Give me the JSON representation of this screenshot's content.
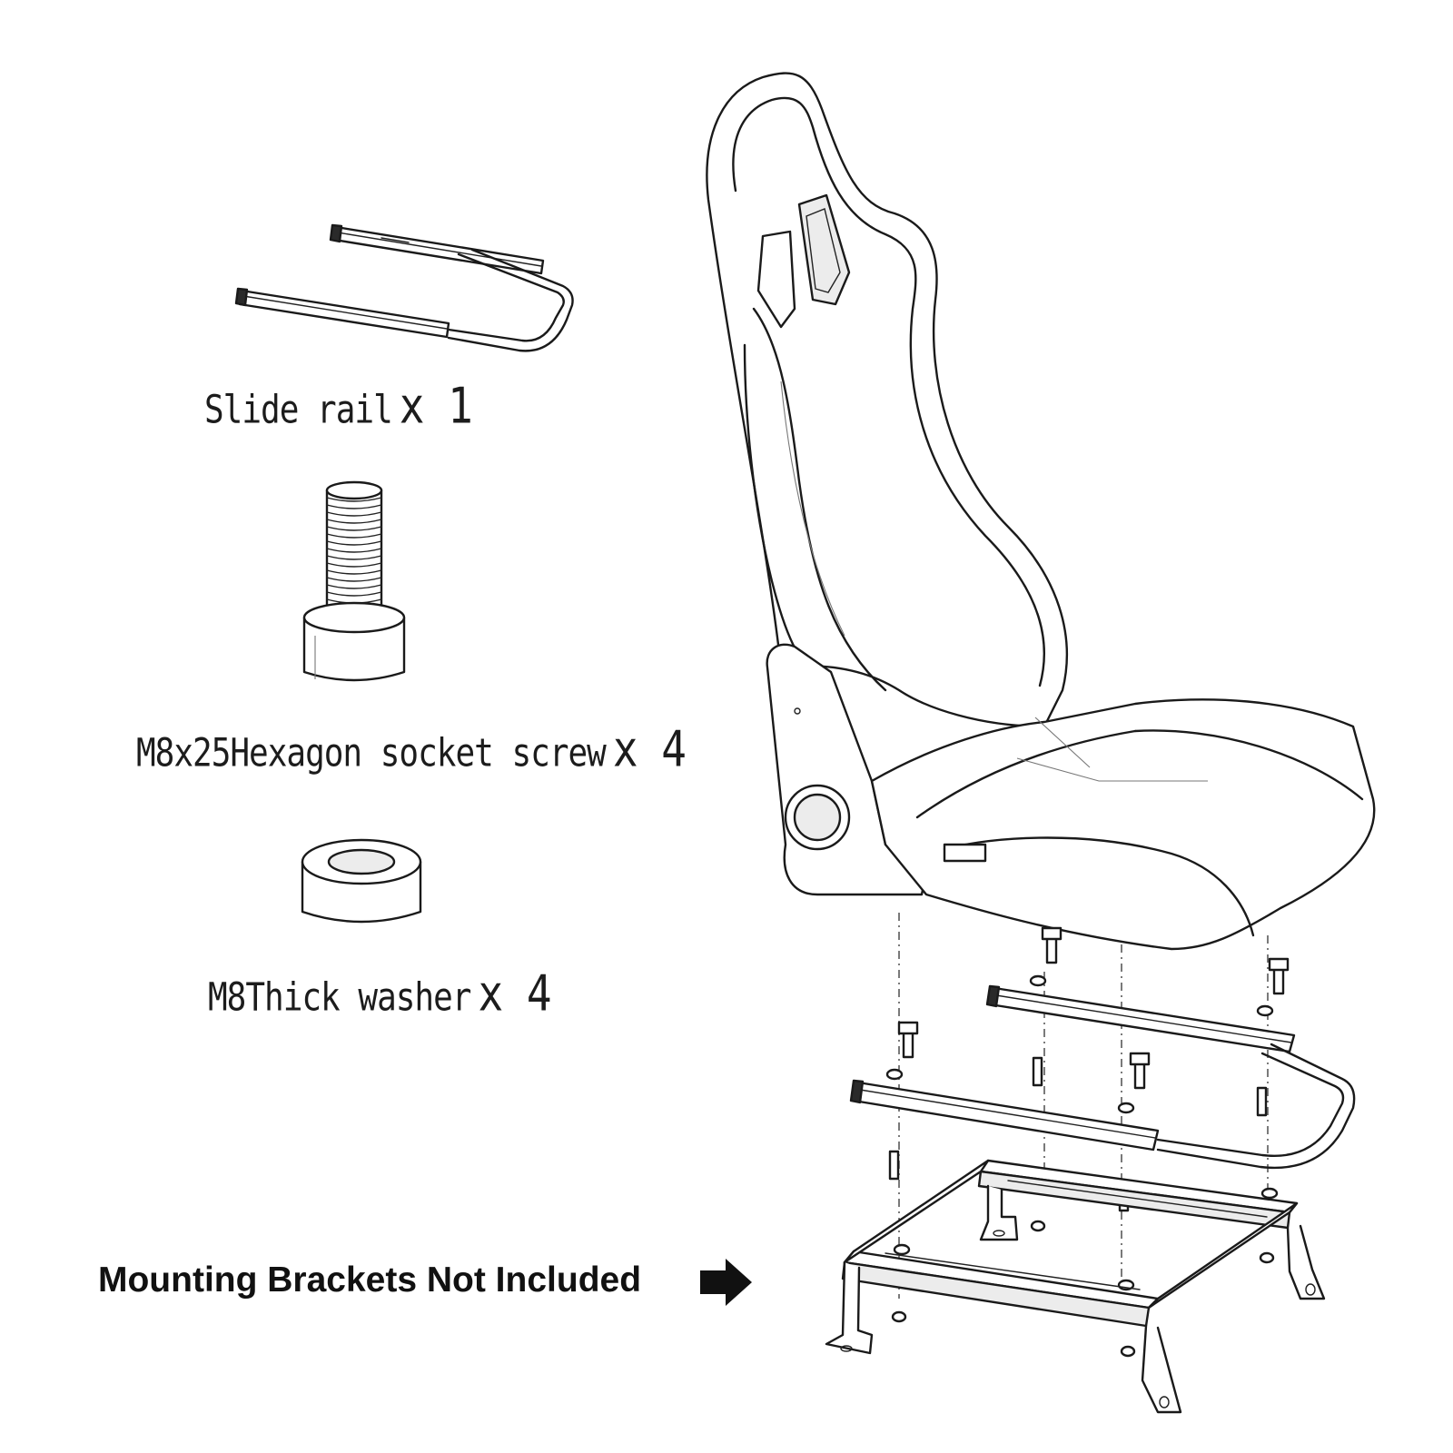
{
  "parts": [
    {
      "id": "slide-rail",
      "name": "Slide rail",
      "qty": "x 1"
    },
    {
      "id": "screw",
      "name": "M8x25Hexagon socket screw",
      "qty": "x 4"
    },
    {
      "id": "washer",
      "name": "M8Thick washer",
      "qty": "x 4"
    }
  ],
  "notice": "Mounting Brackets Not Included",
  "icons": {
    "arrow": "arrow-right-icon"
  }
}
